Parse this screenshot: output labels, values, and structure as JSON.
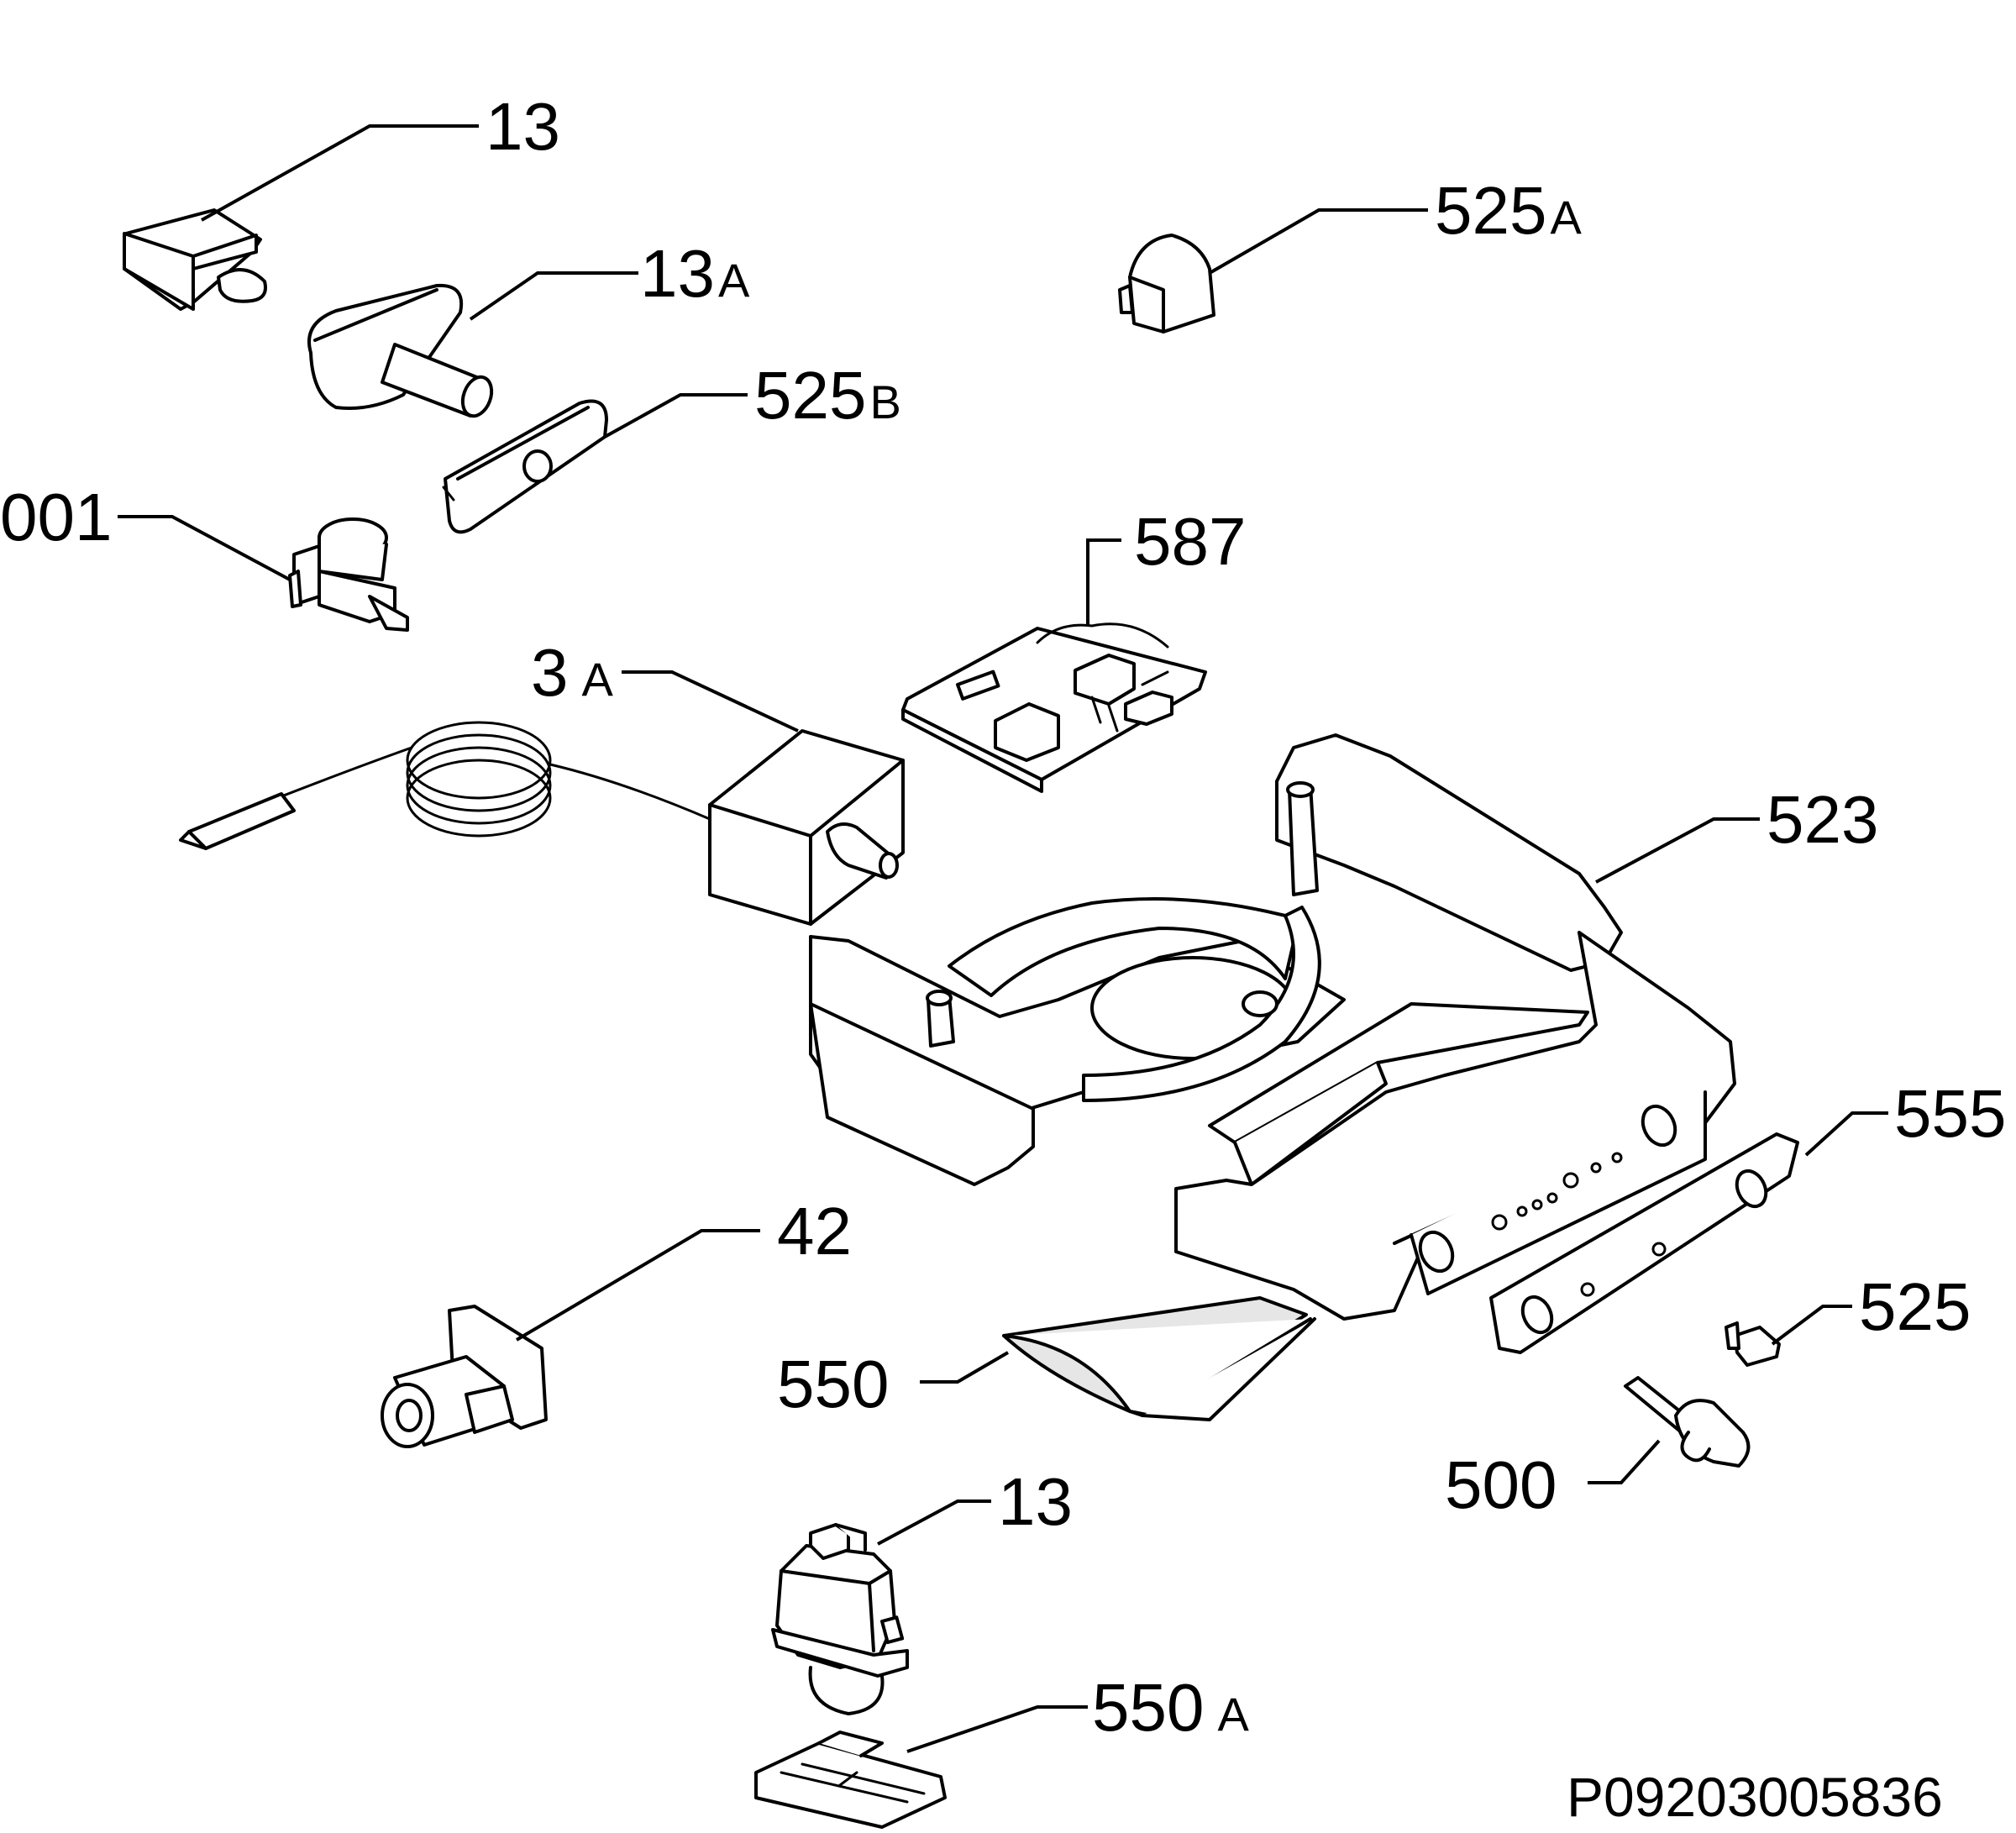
{
  "callouts": {
    "c13_top": {
      "num": "13",
      "suf": ""
    },
    "c13a": {
      "num": "13",
      "suf": "A"
    },
    "c525b": {
      "num": "525",
      "suf": "B"
    },
    "c525a": {
      "num": "525",
      "suf": "A"
    },
    "c001": {
      "num": "001",
      "suf": ""
    },
    "c587": {
      "num": "587",
      "suf": ""
    },
    "c3a": {
      "num": "3",
      "suf": "A"
    },
    "c523": {
      "num": "523",
      "suf": ""
    },
    "c555": {
      "num": "555",
      "suf": ""
    },
    "c42": {
      "num": "42",
      "suf": ""
    },
    "c525": {
      "num": "525",
      "suf": ""
    },
    "c550": {
      "num": "550",
      "suf": ""
    },
    "c500": {
      "num": "500",
      "suf": ""
    },
    "c13_bot": {
      "num": "13",
      "suf": ""
    },
    "c550a": {
      "num": "550",
      "suf": "A"
    }
  },
  "drawing_code": "P09203005836"
}
